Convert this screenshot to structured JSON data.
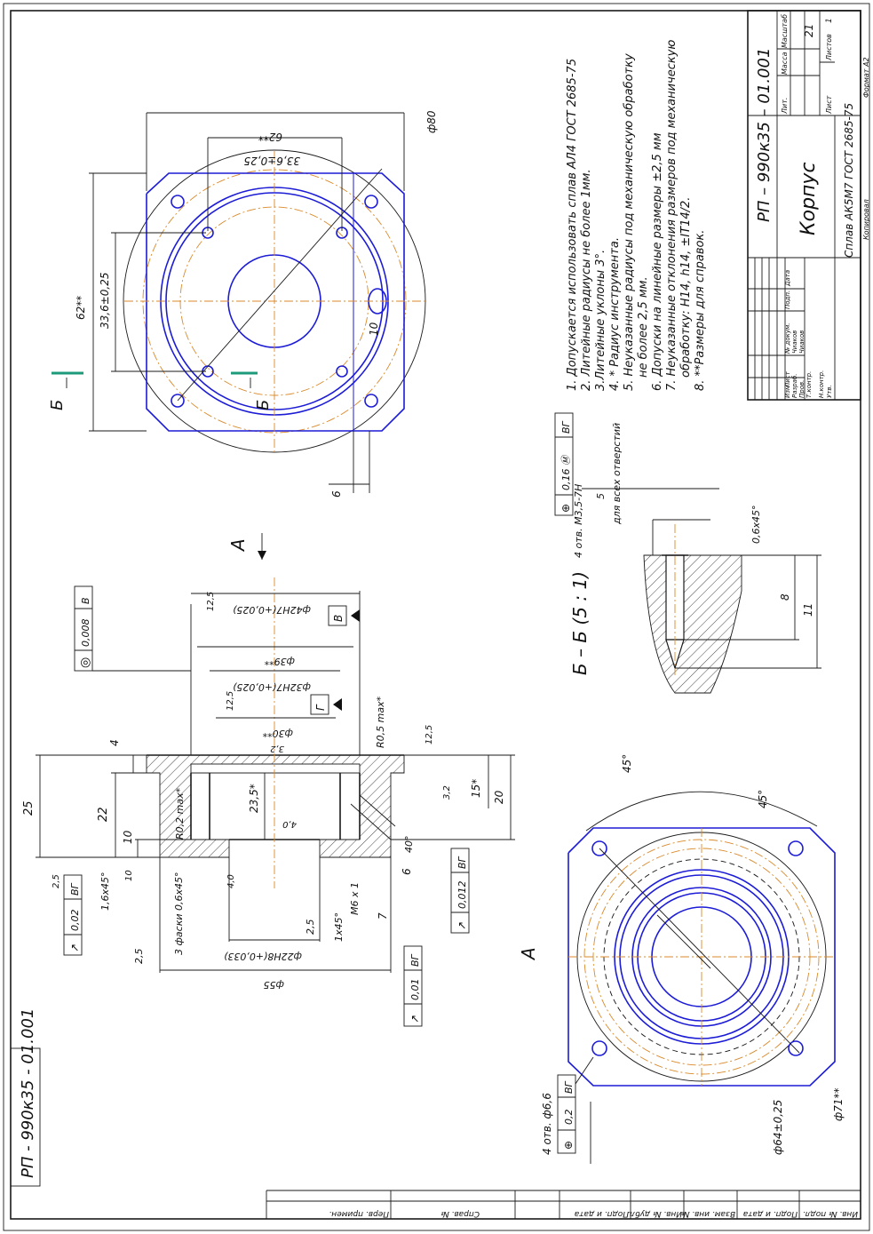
{
  "designation": "РП - 990к35 - 01.001",
  "designation_stamp": "РП – 990к35 – 01.001",
  "part_name": "Корпус",
  "material": "Сплав АК5М7 ГОСТ 2685-75",
  "stamp": {
    "headers": {
      "lit": "Лит.",
      "mass": "Масса",
      "scale": "Масштаб",
      "sheet": "Лист",
      "sheets": "Листов"
    },
    "mass_value": "21",
    "sheets_value": "1",
    "rows": {
      "izm": "Изм",
      "list": "Лист",
      "doc_no": "№ докум.",
      "sign": "Подп.",
      "date": "Дата"
    },
    "roles": [
      {
        "role": "Разраб.",
        "name": "Чиаков"
      },
      {
        "role": "Пров.",
        "name": "Чиаков"
      },
      {
        "role": "Т.контр.",
        "name": ""
      },
      {
        "role": "Н.контр.",
        "name": ""
      },
      {
        "role": "Утв.",
        "name": ""
      }
    ],
    "copied": "Копировал",
    "format": "Формат   А2"
  },
  "left_bar": {
    "perv_primen": "Перв. примен.",
    "sprav_no": "Справ. №",
    "podp_data1": "Подп. и дата",
    "inv_dubl": "Инв. № дубл.",
    "vzam_inv": "Взам. инв. №",
    "podp_data2": "Подп. и дата",
    "inv_podl": "Инв. № подл."
  },
  "notes": [
    "1. Допускается использовать сплав АЛ4 ГОСТ 2685-75",
    "2. Литейные радиусы не более 1мм.",
    "3.Литейные уклоны 3°.",
    "4. * Радиус инструмента.",
    "5. Неуказанные радиусы под механическую обработку",
    "не более 2,5 мм.",
    "6. Допуски на линейные размеры ±2,5 мм",
    "7. Неуказанные отклонения размеров под механическую",
    "обработку: Н14, h14, ±IT14/2.",
    "8. **Размеры для справок."
  ],
  "views": {
    "section_bb_label": "Б",
    "view_a_arrow": "А",
    "view_a_label": "А",
    "detail_label": "Б – Б (5 : 1)"
  },
  "dims_top": {
    "d80": "ф80",
    "w62": "62**",
    "w336": "33,6±0,25",
    "h62": "62**",
    "h336": "33,6±0,25",
    "r10": "10",
    "s6": "6"
  },
  "dims_section": {
    "d42": "ф42Н7(+0,025)",
    "d39": "ф39**",
    "d32": "ф32Н7(+0,025)",
    "d30": "ф30**",
    "d22": "ф22Н8(+0,033)",
    "d55": "ф55",
    "h25": "25",
    "h22": "22",
    "h10": "10",
    "h4": "4",
    "h20": "20",
    "h15": "15*",
    "h235": "23,5*",
    "r02": "R0,2 max*",
    "r05": "R0,5 max*",
    "chamfer16": "1,6х45°",
    "chamfer3": "3 фаски 0,6х45°",
    "m6": "М6 х 1",
    "a40": "40°",
    "a145": "1х45°",
    "s7": "7",
    "s6": "6",
    "s25": "2,5",
    "r125a": "12,5",
    "r125b": "12,5",
    "r32a": "3,2",
    "r32b": "3,2",
    "r40a": "4,0",
    "r40b": "4,0",
    "r25a": "2,5",
    "r25b": "2,5",
    "r10": "10"
  },
  "tolerances": {
    "concentricity": {
      "sym": "◎",
      "value": "0,008",
      "base": "В"
    },
    "runout1": {
      "sym": "↗",
      "value": "0,02",
      "base": "ВГ"
    },
    "runout2": {
      "sym": "↗",
      "value": "0,012",
      "base": "ВГ"
    },
    "runout3": {
      "sym": "↗",
      "value": "0,01",
      "base": "ВГ"
    },
    "pos_holes": {
      "sym": "⊕",
      "value": "0,2",
      "base": "ВГ"
    },
    "pos_m35": {
      "sym": "⊕",
      "value": "0,16 Ⓜ",
      "base": "ВГ"
    },
    "datum_v": "В",
    "datum_g": "Г"
  },
  "detail_dims": {
    "thread": "4 отв. М3,5-7Н",
    "all_holes": "для всех отверстий",
    "s5": "5",
    "chamfer": "0,6х45°",
    "d8": "8",
    "d11": "11"
  },
  "bottom_view": {
    "holes": "4 отв. ф6,6",
    "d64": "ф64±0,25",
    "d71": "ф71**",
    "a45a": "45°",
    "a45b": "45°"
  }
}
